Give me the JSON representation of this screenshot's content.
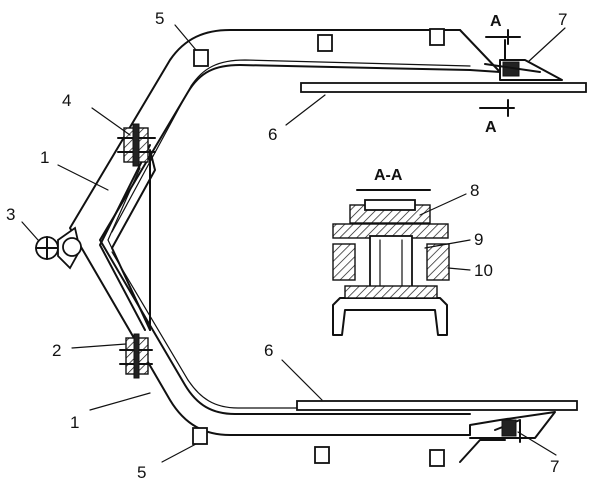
{
  "section_title": "A-A",
  "section_marks": [
    "A",
    "A"
  ],
  "labels": {
    "frame_upper": "1",
    "frame_lower": "1",
    "joint_lower": "2",
    "pivot": "3",
    "joint_upper": "4",
    "roller_upper": "5",
    "roller_lower": "5",
    "rail_upper": "6",
    "rail_lower": "6",
    "end_upper": "7",
    "end_lower": "7",
    "part_8": "8",
    "part_9": "9",
    "part_10": "10"
  }
}
